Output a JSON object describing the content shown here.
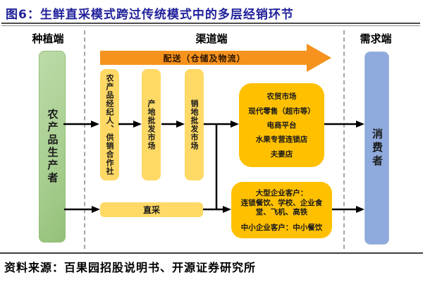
{
  "title": "图6：生鲜直采模式跨过传统模式中的多层经销环节",
  "sections": {
    "planting": "种植端",
    "channel": "渠道端",
    "demand": "需求端"
  },
  "nodes": {
    "producer": "农产品生产者",
    "broker": "农产品经纪人、供销合作社",
    "origin_wholesale": "产地批发市场",
    "destination_wholesale": "销地批发市场",
    "direct_procurement": "直采",
    "consumer": "消费者"
  },
  "delivery_arrow_label": "配送（仓储及物流）",
  "retail_channels": {
    "lines": [
      "农贸市场",
      "现代零售（超市等）",
      "电商平台",
      "水果专营连锁店",
      "夫妻店"
    ]
  },
  "enterprise_customers": {
    "line1": "大型企业客户：",
    "line2": "连锁餐饮、学校、企业食堂、飞机、高铁",
    "line3": "中小企业客户：中小餐饮"
  },
  "source_note": "资料来源：百果园招股说明书、开源证券研究所",
  "colors": {
    "title_blue": "#21219B",
    "producer_green": "#A9CF92",
    "light_yellow": "#FFD966",
    "deep_yellow": "#FFC000",
    "delivery_orange": "#F6921E",
    "consumer_blue": "#8FAADC",
    "dashed_gray": "#A6A6A6",
    "connector_black": "#000000"
  }
}
